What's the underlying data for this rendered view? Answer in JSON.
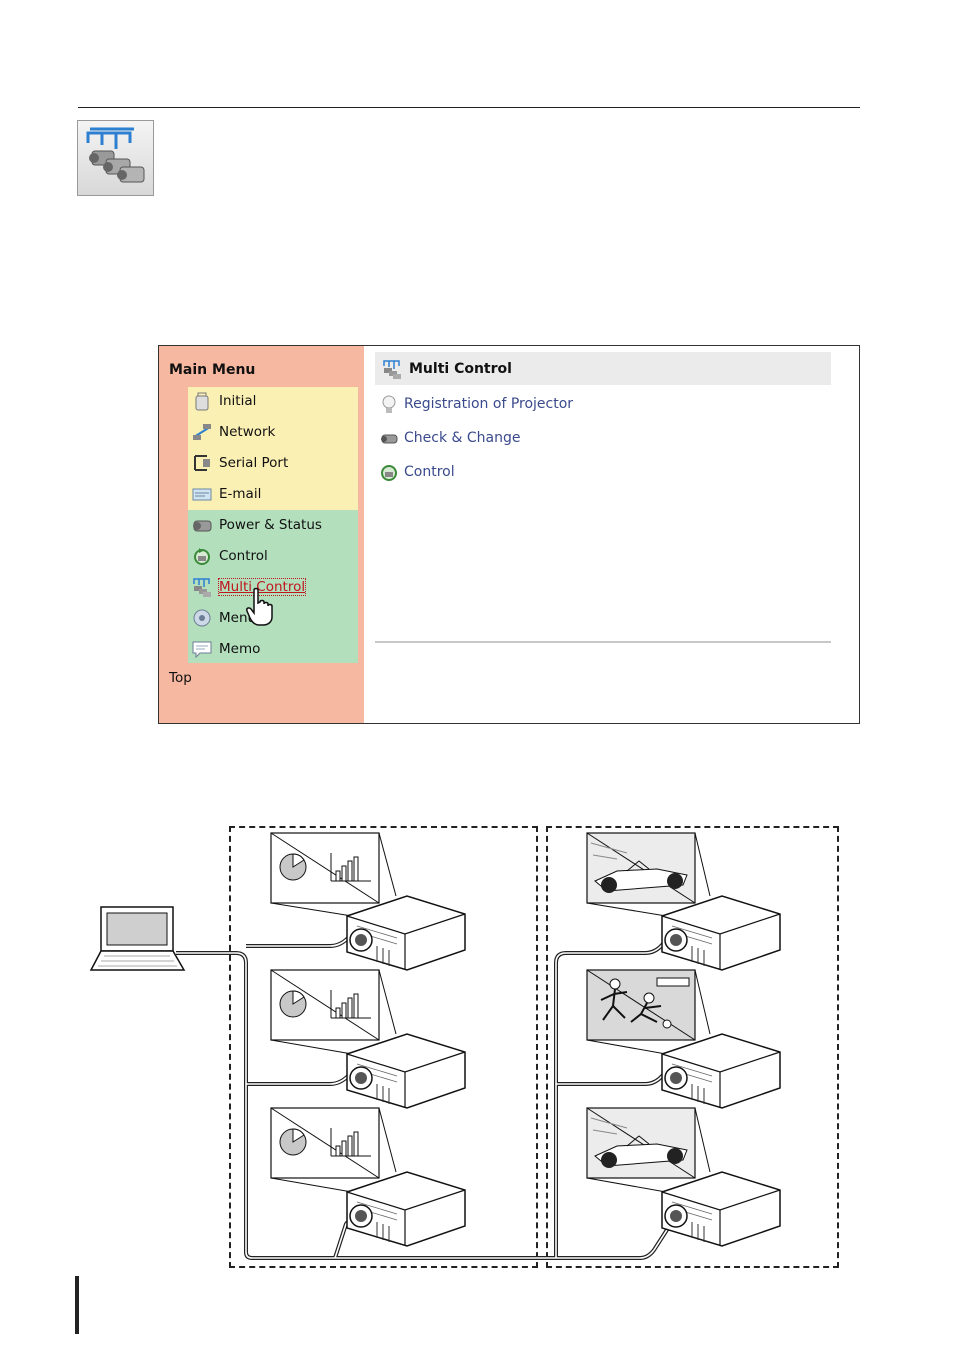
{
  "web_ui": {
    "sidebar": {
      "title": "Main Menu",
      "items": [
        {
          "label": "Initial",
          "icon": "initial-icon"
        },
        {
          "label": "Network",
          "icon": "network-icon"
        },
        {
          "label": "Serial Port",
          "icon": "serial-port-icon"
        },
        {
          "label": "E-mail",
          "icon": "email-icon"
        },
        {
          "label": "Power & Status",
          "icon": "power-status-icon"
        },
        {
          "label": "Control",
          "icon": "control-icon"
        },
        {
          "label": "Multi Control",
          "icon": "multi-control-icon",
          "active": true
        },
        {
          "label": "Menu",
          "icon": "menu-icon"
        },
        {
          "label": "Memo",
          "icon": "memo-icon"
        }
      ],
      "top_link": "Top"
    },
    "content": {
      "title": "Multi Control",
      "links": [
        {
          "label": "Registration of Projector",
          "icon": "lightbulb-icon"
        },
        {
          "label": "Check & Change",
          "icon": "projector-icon"
        },
        {
          "label": "Control",
          "icon": "control-icon"
        }
      ]
    },
    "colors": {
      "sidebar_bg": "#f7b8a1",
      "group_yellow": "#fbf0b4",
      "group_green": "#b3dfbd",
      "active_link": "#c0161f",
      "content_link": "#3a4a8c"
    }
  }
}
